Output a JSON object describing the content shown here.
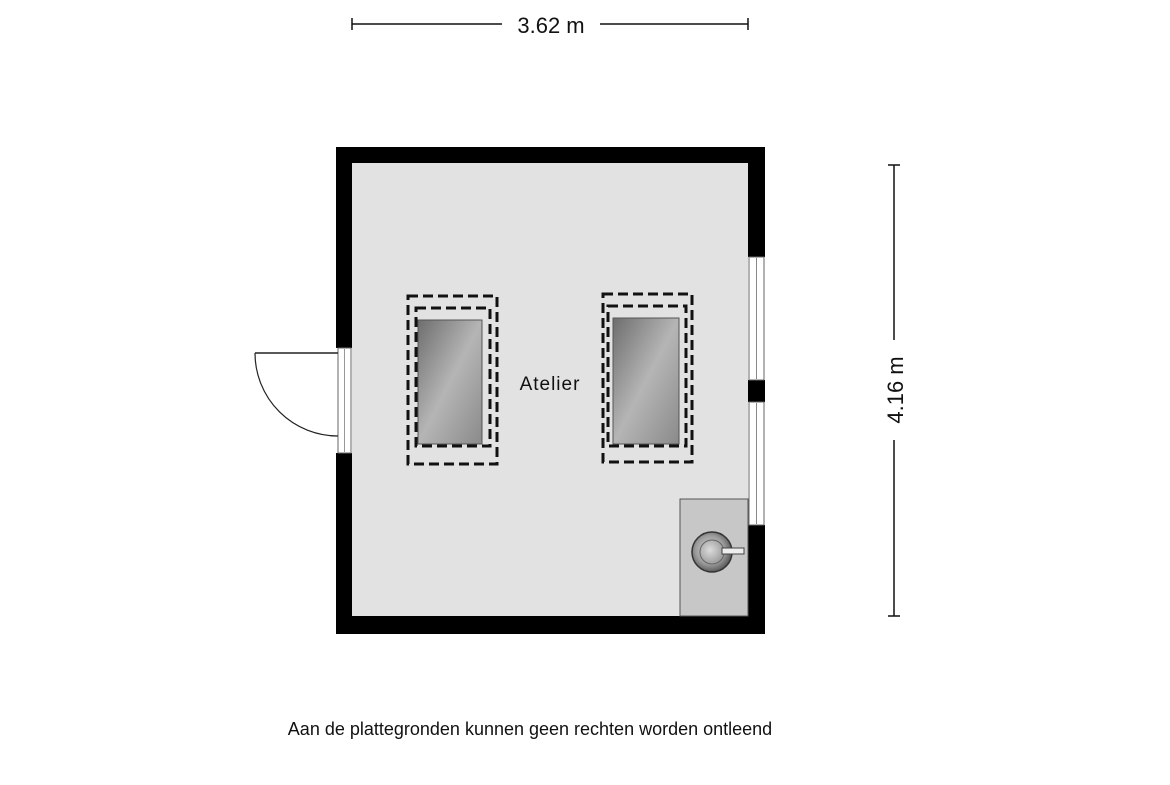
{
  "dimensions": {
    "width_label": "3.62 m",
    "height_label": "4.16 m"
  },
  "room": {
    "name": "Atelier"
  },
  "disclaimer": "Aan de plattegronden kunnen geen rechten worden ontleend",
  "colors": {
    "wall": "#000000",
    "floor": "#e2e2e2",
    "sink_area": "#c7c7c7",
    "skylight": "#9a9a9a",
    "line": "#111111"
  }
}
